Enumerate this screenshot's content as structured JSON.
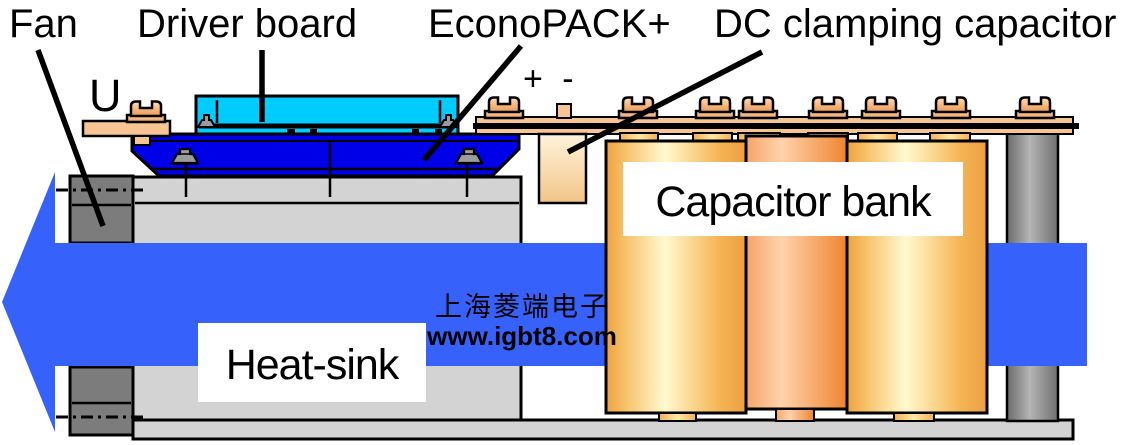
{
  "annotations": {
    "fan": "Fan",
    "driver_board": "Driver board",
    "econopack": "EconoPACK+",
    "dc_clamping_capacitor": "DC clamping capacitor",
    "u_terminal": "U",
    "dc_polarity": "+ -",
    "capacitor_bank": "Capacitor bank",
    "heat_sink": "Heat-sink"
  },
  "watermark": {
    "company": "上海菱端电子",
    "website": "www.igbt8.com"
  },
  "colors": {
    "airflow_arrow": "#3761FB",
    "igbt_module_blue": "#0000E8",
    "driver_board_cyan": "#00CCFF",
    "heatsink_gray": "#D3D3D3",
    "fan_gray": "#7C7C7C",
    "busbar_copper": "#F7C493",
    "capacitor_gold": "#F5B961",
    "label_text": "#000000",
    "watermark_company": "#CFCBC4",
    "watermark_website": "#FFFFFF"
  }
}
